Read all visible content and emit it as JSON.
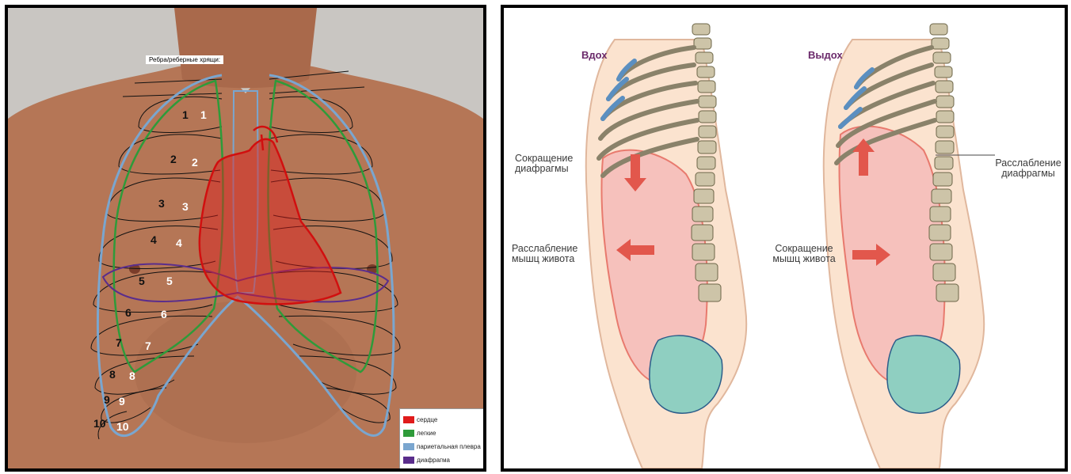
{
  "left_panel": {
    "chest_label": "Ребра/реберные хрящи:",
    "rib_numbers_left": [
      "1",
      "2",
      "3",
      "4",
      "5",
      "6",
      "7",
      "8",
      "9",
      "10"
    ],
    "rib_numbers_right": [
      "1",
      "2",
      "3",
      "4",
      "5",
      "6",
      "7",
      "8",
      "9",
      "10"
    ],
    "legend": [
      {
        "label": "сердце",
        "color": "#e01b1b"
      },
      {
        "label": "легкие",
        "color": "#2e9b3a"
      },
      {
        "label": "париетальная плевра",
        "color": "#7aa6cf"
      },
      {
        "label": "диафрагма",
        "color": "#5a2d8c"
      }
    ]
  },
  "right_panel": {
    "inhale_title": "Вдох",
    "exhale_title": "Выдох",
    "inhale_diaphragm_label": "Сокращение\nдиафрагмы",
    "inhale_abdomen_label": "Расслабление\nмышц живота",
    "exhale_diaphragm_label": "Расслабление\nдиафрагмы",
    "exhale_abdomen_label": "Сокращение\nмышц живота",
    "colors": {
      "title": "#6b2a6b",
      "arrow": "#e2574c",
      "cavity": "#f4b6b6",
      "pelvis": "#8fcfc1"
    }
  }
}
